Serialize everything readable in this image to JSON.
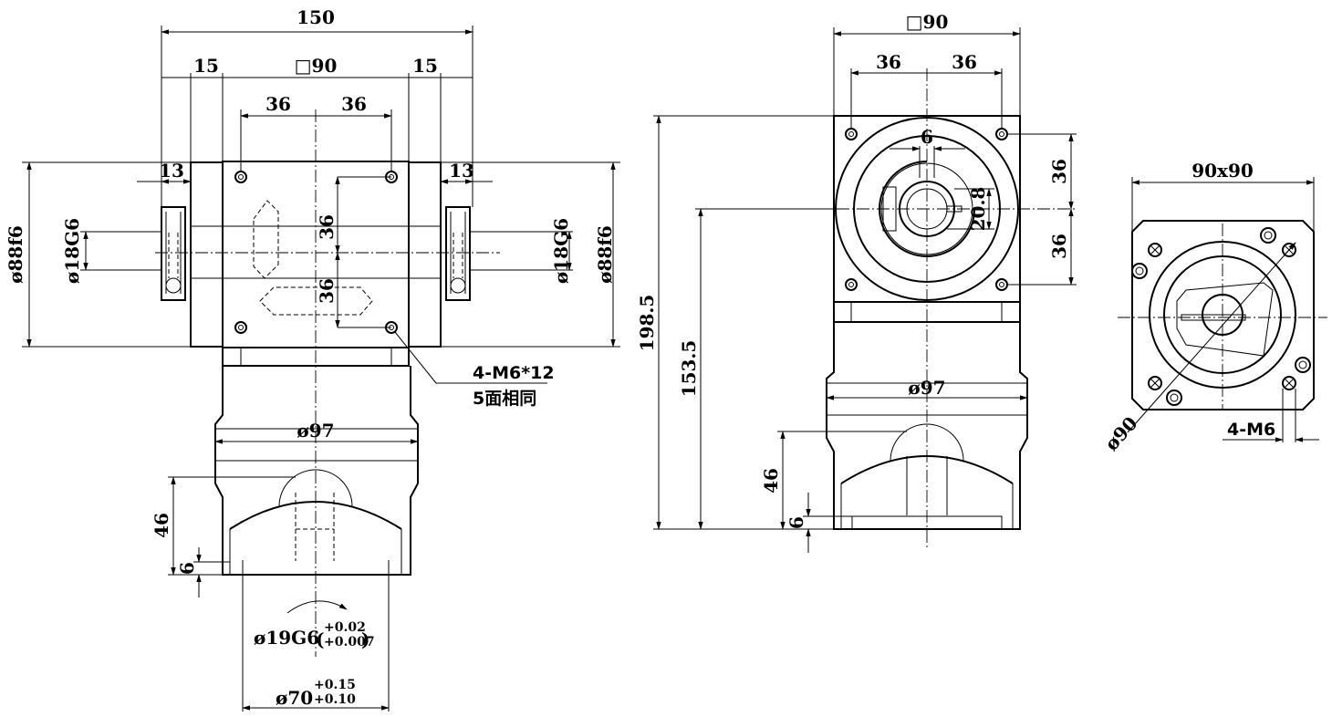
{
  "front_view": {
    "dim_overall_width": "150",
    "dim_flange_left": "15",
    "dim_square": "□90",
    "dim_flange_right": "15",
    "dim_hole_left": "36",
    "dim_hole_right": "36",
    "dim_shaft_left": "13",
    "dim_shaft_right": "13",
    "dim_dia88_left": "ø88f6",
    "dim_dia18_left": "ø18G6",
    "dim_dia18_right": "ø18G6",
    "dim_dia88_right": "ø88f6",
    "dim_vert_36_top": "36",
    "dim_vert_36_bottom": "36",
    "note_thread": "4-M6*12",
    "note_same": "5面相同",
    "dim_dia97": "ø97",
    "dim_46": "46",
    "dim_6": "6",
    "dim_dia19_main": "ø19G6",
    "dim_dia19_tol_upper": "+0.02",
    "dim_dia19_tol_lower": "+0.007",
    "dim_dia70_main": "ø70",
    "dim_dia70_tol_upper": "+0.15",
    "dim_dia70_tol_lower": "+0.10"
  },
  "side_view": {
    "dim_square": "□90",
    "dim_hole_left": "36",
    "dim_hole_right": "36",
    "dim_keyway": "6",
    "dim_keyheight": "20.8",
    "dim_vert_36_top": "36",
    "dim_vert_36_bottom": "36",
    "dim_total_height": "198.5",
    "dim_axis_height": "153.5",
    "dim_dia97": "ø97",
    "dim_46": "46",
    "dim_6": "6"
  },
  "end_view": {
    "dim_size": "90x90",
    "dim_pcd": "ø90",
    "note_thread": "4-M6"
  }
}
